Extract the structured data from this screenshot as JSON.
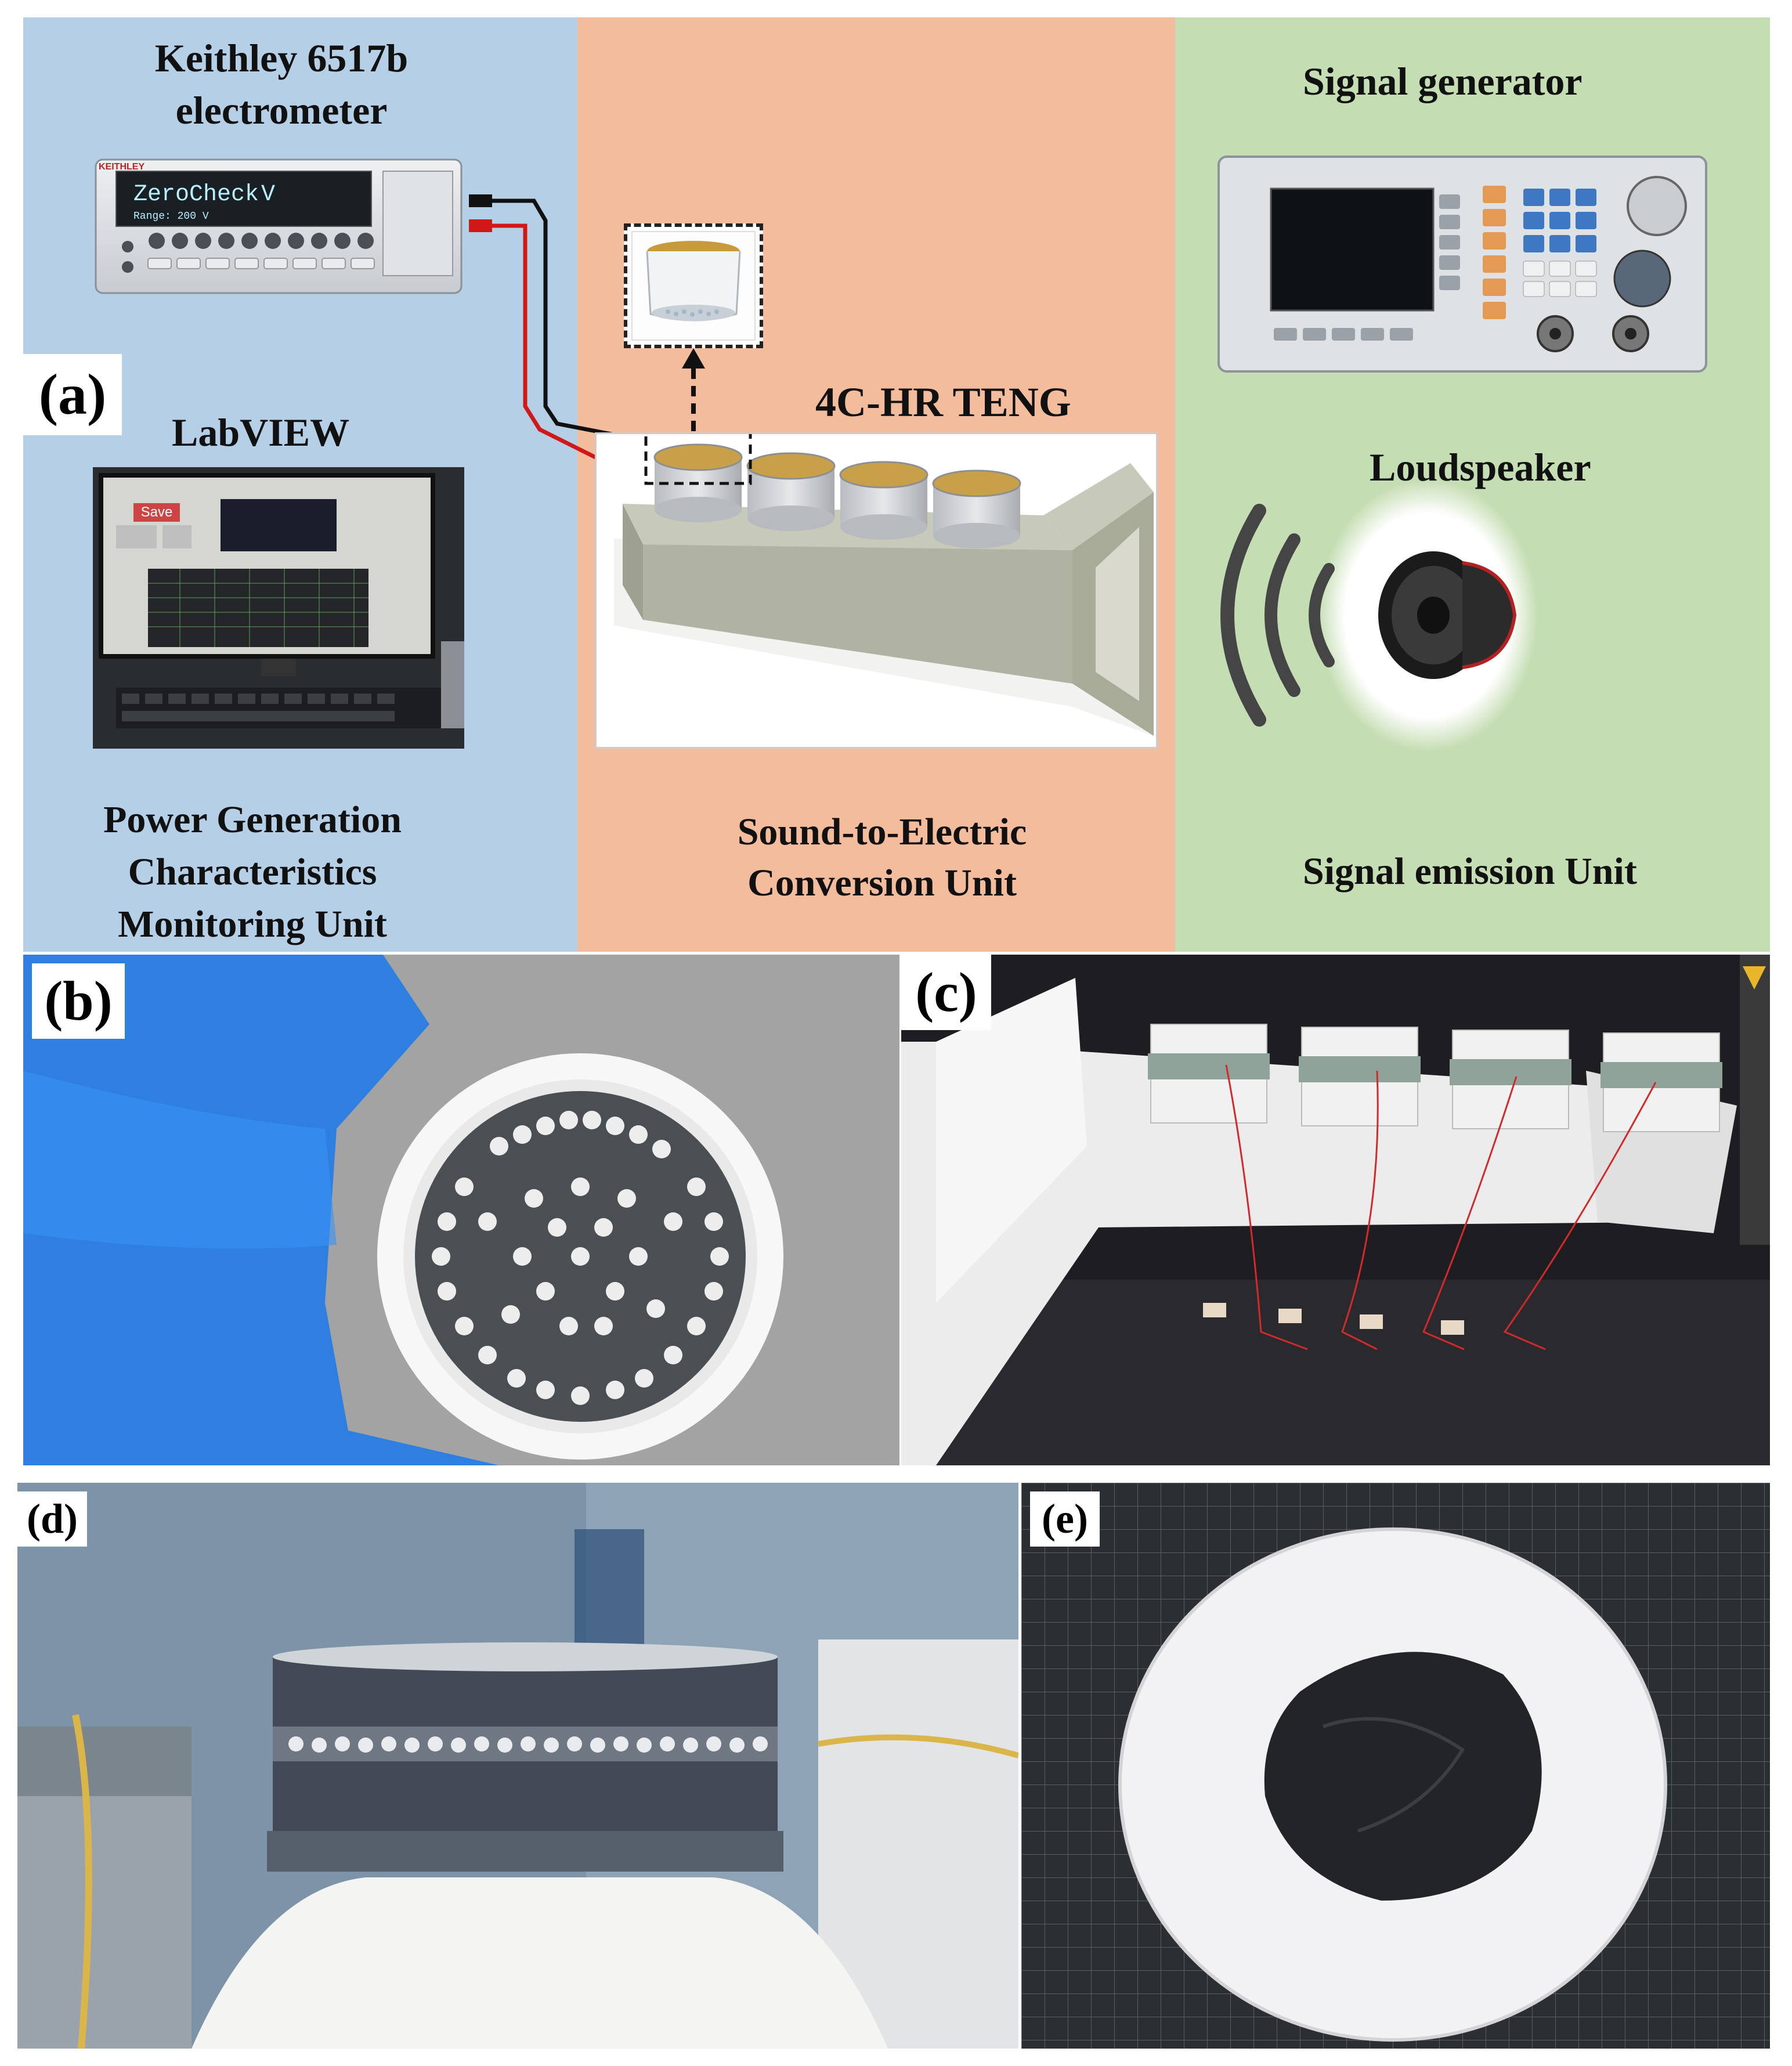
{
  "panel_a": {
    "label": "(a)",
    "colors": {
      "left": "#b4cfe6",
      "middle": "#f3bc9c",
      "right": "#c5ddb2"
    },
    "electrometer_title_line1": "Keithley 6517b",
    "electrometer_title_line2": "electrometer",
    "electrometer_brand": "KEITHLEY",
    "electrometer_display_line1": "ZeroCheck",
    "electrometer_display_unit": "V",
    "electrometer_display_line2": "Range: 200 V",
    "labview_title": "LabVIEW",
    "labview_save_button": "Save",
    "left_unit_line1": "Power Generation",
    "left_unit_line2": "Characteristics",
    "left_unit_line3": "Monitoring Unit",
    "teng_title": "4C-HR TENG",
    "middle_unit_line1": "Sound-to-Electric",
    "middle_unit_line2": "Conversion Unit",
    "signal_generator_title": "Signal generator",
    "loudspeaker_title": "Loudspeaker",
    "right_unit": "Signal emission Unit"
  },
  "panel_b": {
    "label": "(b)"
  },
  "panel_c": {
    "label": "(c)"
  },
  "panel_d": {
    "label": "(d)"
  },
  "panel_e": {
    "label": "(e)"
  }
}
